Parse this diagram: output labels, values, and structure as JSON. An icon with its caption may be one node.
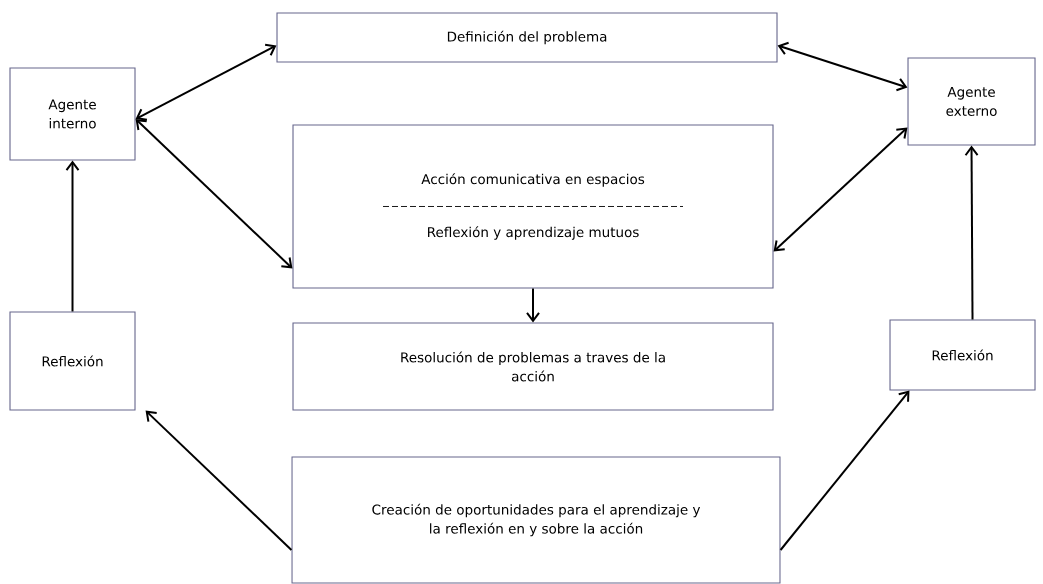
{
  "diagram": {
    "nodes": [
      {
        "text": [
          "Definición del problema"
        ]
      },
      {
        "text": [
          "Agente interno"
        ]
      },
      {
        "text": [
          "Agente externo"
        ]
      },
      {
        "text": [
          "Acción comunicativa en espacios",
          "Reflexión y aprendizaje mutuos"
        ]
      },
      {
        "text": [
          "Reflexión"
        ]
      },
      {
        "text": [
          "Resolución de problemas a traves de la acción"
        ]
      },
      {
        "text": [
          "Reflexión"
        ]
      },
      {
        "text": [
          "Creación de oportunidades para el aprendizaje y la reflexión en y sobre la acción"
        ]
      }
    ],
    "edges": [
      {
        "from": 1,
        "to": 0,
        "arrow": "both"
      },
      {
        "from": 1,
        "to": 3,
        "arrow": "both"
      },
      {
        "from": 0,
        "to": 2,
        "arrow": "both"
      },
      {
        "from": 2,
        "to": 3,
        "arrow": "both"
      },
      {
        "from": 3,
        "to": 5,
        "arrow": "to"
      },
      {
        "from": 4,
        "to": 1,
        "arrow": "to"
      },
      {
        "from": 6,
        "to": 2,
        "arrow": "to"
      },
      {
        "from": 7,
        "to": 4,
        "arrow": "to"
      },
      {
        "from": 7,
        "to": 6,
        "arrow": "to"
      }
    ]
  }
}
